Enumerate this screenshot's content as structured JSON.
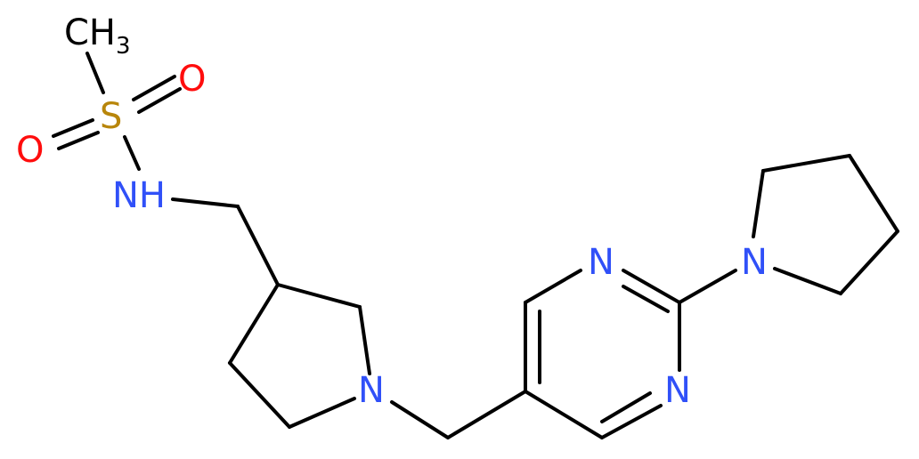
{
  "atoms": {
    "ch3": {
      "text": "CH",
      "sub": "3"
    },
    "s": {
      "text": "S"
    },
    "o_top": {
      "text": "O"
    },
    "o_left": {
      "text": "O"
    },
    "nh": {
      "text": "NH"
    },
    "n_pyrrolidine_mid": {
      "text": "N"
    },
    "n_pyrimidine_top": {
      "text": "N"
    },
    "n_pyrimidine_bottom": {
      "text": "N"
    },
    "n_pyrrolidine_right": {
      "text": "N"
    }
  },
  "colors": {
    "bond": "#000000",
    "carbon": "#000000",
    "nitrogen": "#3050F8",
    "oxygen": "#FF0D0D",
    "sulfur": "#B8860B"
  }
}
